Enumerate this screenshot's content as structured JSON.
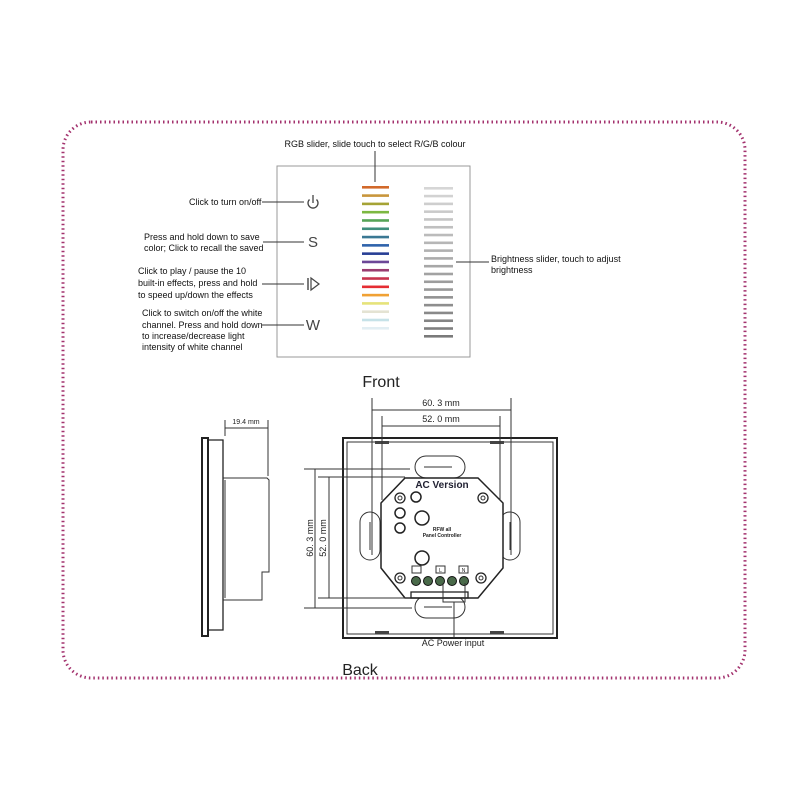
{
  "front": {
    "title": "Front",
    "rgb_slider_label": "RGB slider, slide touch to select R/G/B colour",
    "brightness_label": [
      "Brightness slider, touch to adjust",
      "brightness"
    ],
    "power_label": "Click to turn on/off",
    "save_label": [
      "Press and hold down to save",
      "color; Click to recall the saved"
    ],
    "play_label": [
      "Click to play / pause the 10",
      "built-in effects, press and hold",
      "to speed up/down the effects"
    ],
    "white_label": [
      "Click to switch on/off the white",
      "channel. Press and hold down",
      "to increase/decrease light",
      "intensity of white channel"
    ],
    "button_s": "S",
    "button_w": "W",
    "rgb_colors": [
      "#d2692a",
      "#c8963c",
      "#a5a335",
      "#7cb841",
      "#56a457",
      "#3f8e7c",
      "#3a7893",
      "#2f63ab",
      "#283f95",
      "#6c4797",
      "#9a3d70",
      "#c7344e",
      "#e52d33",
      "#f0a134",
      "#e6e37a",
      "#e4e3d3",
      "#c6e2e8",
      "#e2eef3"
    ],
    "brightness_colors": [
      "#d6d6d6",
      "#d2d2d2",
      "#cecece",
      "#cacaca",
      "#c5c5c5",
      "#c0c0c0",
      "#bbbbbb",
      "#b6b6b6",
      "#b1b1b1",
      "#acacac",
      "#a7a7a7",
      "#a2a2a2",
      "#9d9d9d",
      "#989898",
      "#939393",
      "#8e8e8e",
      "#898989",
      "#848484",
      "#7f7f7f",
      "#7a7a7a"
    ]
  },
  "back": {
    "title": "Back",
    "depth": "19.4 mm",
    "width_outer": "60. 3 mm",
    "width_inner": "52. 0 mm",
    "height_outer": "60. 3 mm",
    "height_inner": "52. 0 mm",
    "version": "AC Version",
    "module_text": [
      "RFW all",
      "Panel Controller"
    ],
    "terminal_l": "L",
    "terminal_n": "N",
    "power_input": "AC Power input"
  },
  "colors": {
    "border": "#a3326e"
  }
}
